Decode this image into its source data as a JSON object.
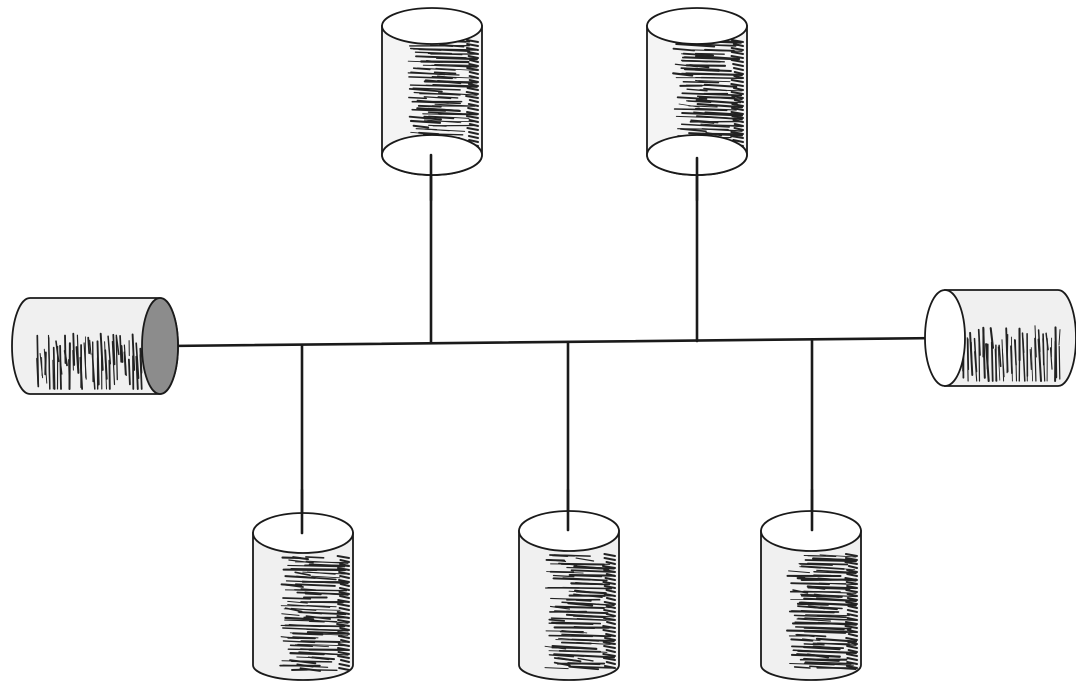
{
  "diagram": {
    "kind": "bus-topology",
    "backbone": "horizontal",
    "cans": [
      {
        "id": "top-left",
        "orientation": "vertical",
        "open_end": "bottom",
        "connects": "above-backbone"
      },
      {
        "id": "top-right",
        "orientation": "vertical",
        "open_end": "bottom",
        "connects": "above-backbone"
      },
      {
        "id": "left-end",
        "orientation": "horizontal",
        "open_end": "right",
        "connects": "backbone-left-end"
      },
      {
        "id": "right-end",
        "orientation": "horizontal",
        "open_end": "left",
        "connects": "backbone-right-end"
      },
      {
        "id": "bottom-left",
        "orientation": "vertical",
        "open_end": "top",
        "connects": "below-backbone"
      },
      {
        "id": "bottom-center",
        "orientation": "vertical",
        "open_end": "top",
        "connects": "below-backbone"
      },
      {
        "id": "bottom-right",
        "orientation": "vertical",
        "open_end": "top",
        "connects": "below-backbone"
      }
    ],
    "colors": {
      "line": "#1a1a1a",
      "background": "#ffffff",
      "shade": "#2a2a2a"
    }
  }
}
